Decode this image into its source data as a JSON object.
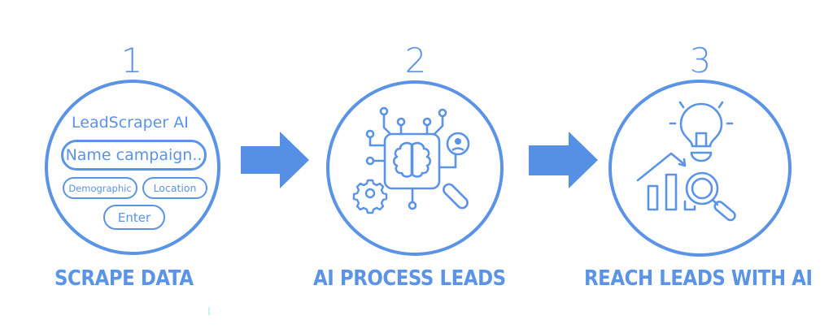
{
  "colors": {
    "accent": "#5b93e6",
    "arrow": "#5590e4",
    "background": "#ffffff"
  },
  "steps": [
    {
      "number": "1",
      "caption": "SCRAPE DATA",
      "icon": "leadscraper-form-mockup",
      "mockup": {
        "app_title": "LeadScraper AI",
        "campaign_input_placeholder": "Name campaign..",
        "filters": [
          "Demographic",
          "Location"
        ],
        "submit_label": "Enter"
      }
    },
    {
      "number": "2",
      "caption": "AI PROCESS LEADS",
      "icon": "ai-brain-chip-icon"
    },
    {
      "number": "3",
      "caption": "REACH LEADS WITH AI",
      "icon": "insight-growth-analysis-icon"
    }
  ],
  "connectors": [
    {
      "icon": "right-arrow"
    },
    {
      "icon": "right-arrow"
    }
  ]
}
